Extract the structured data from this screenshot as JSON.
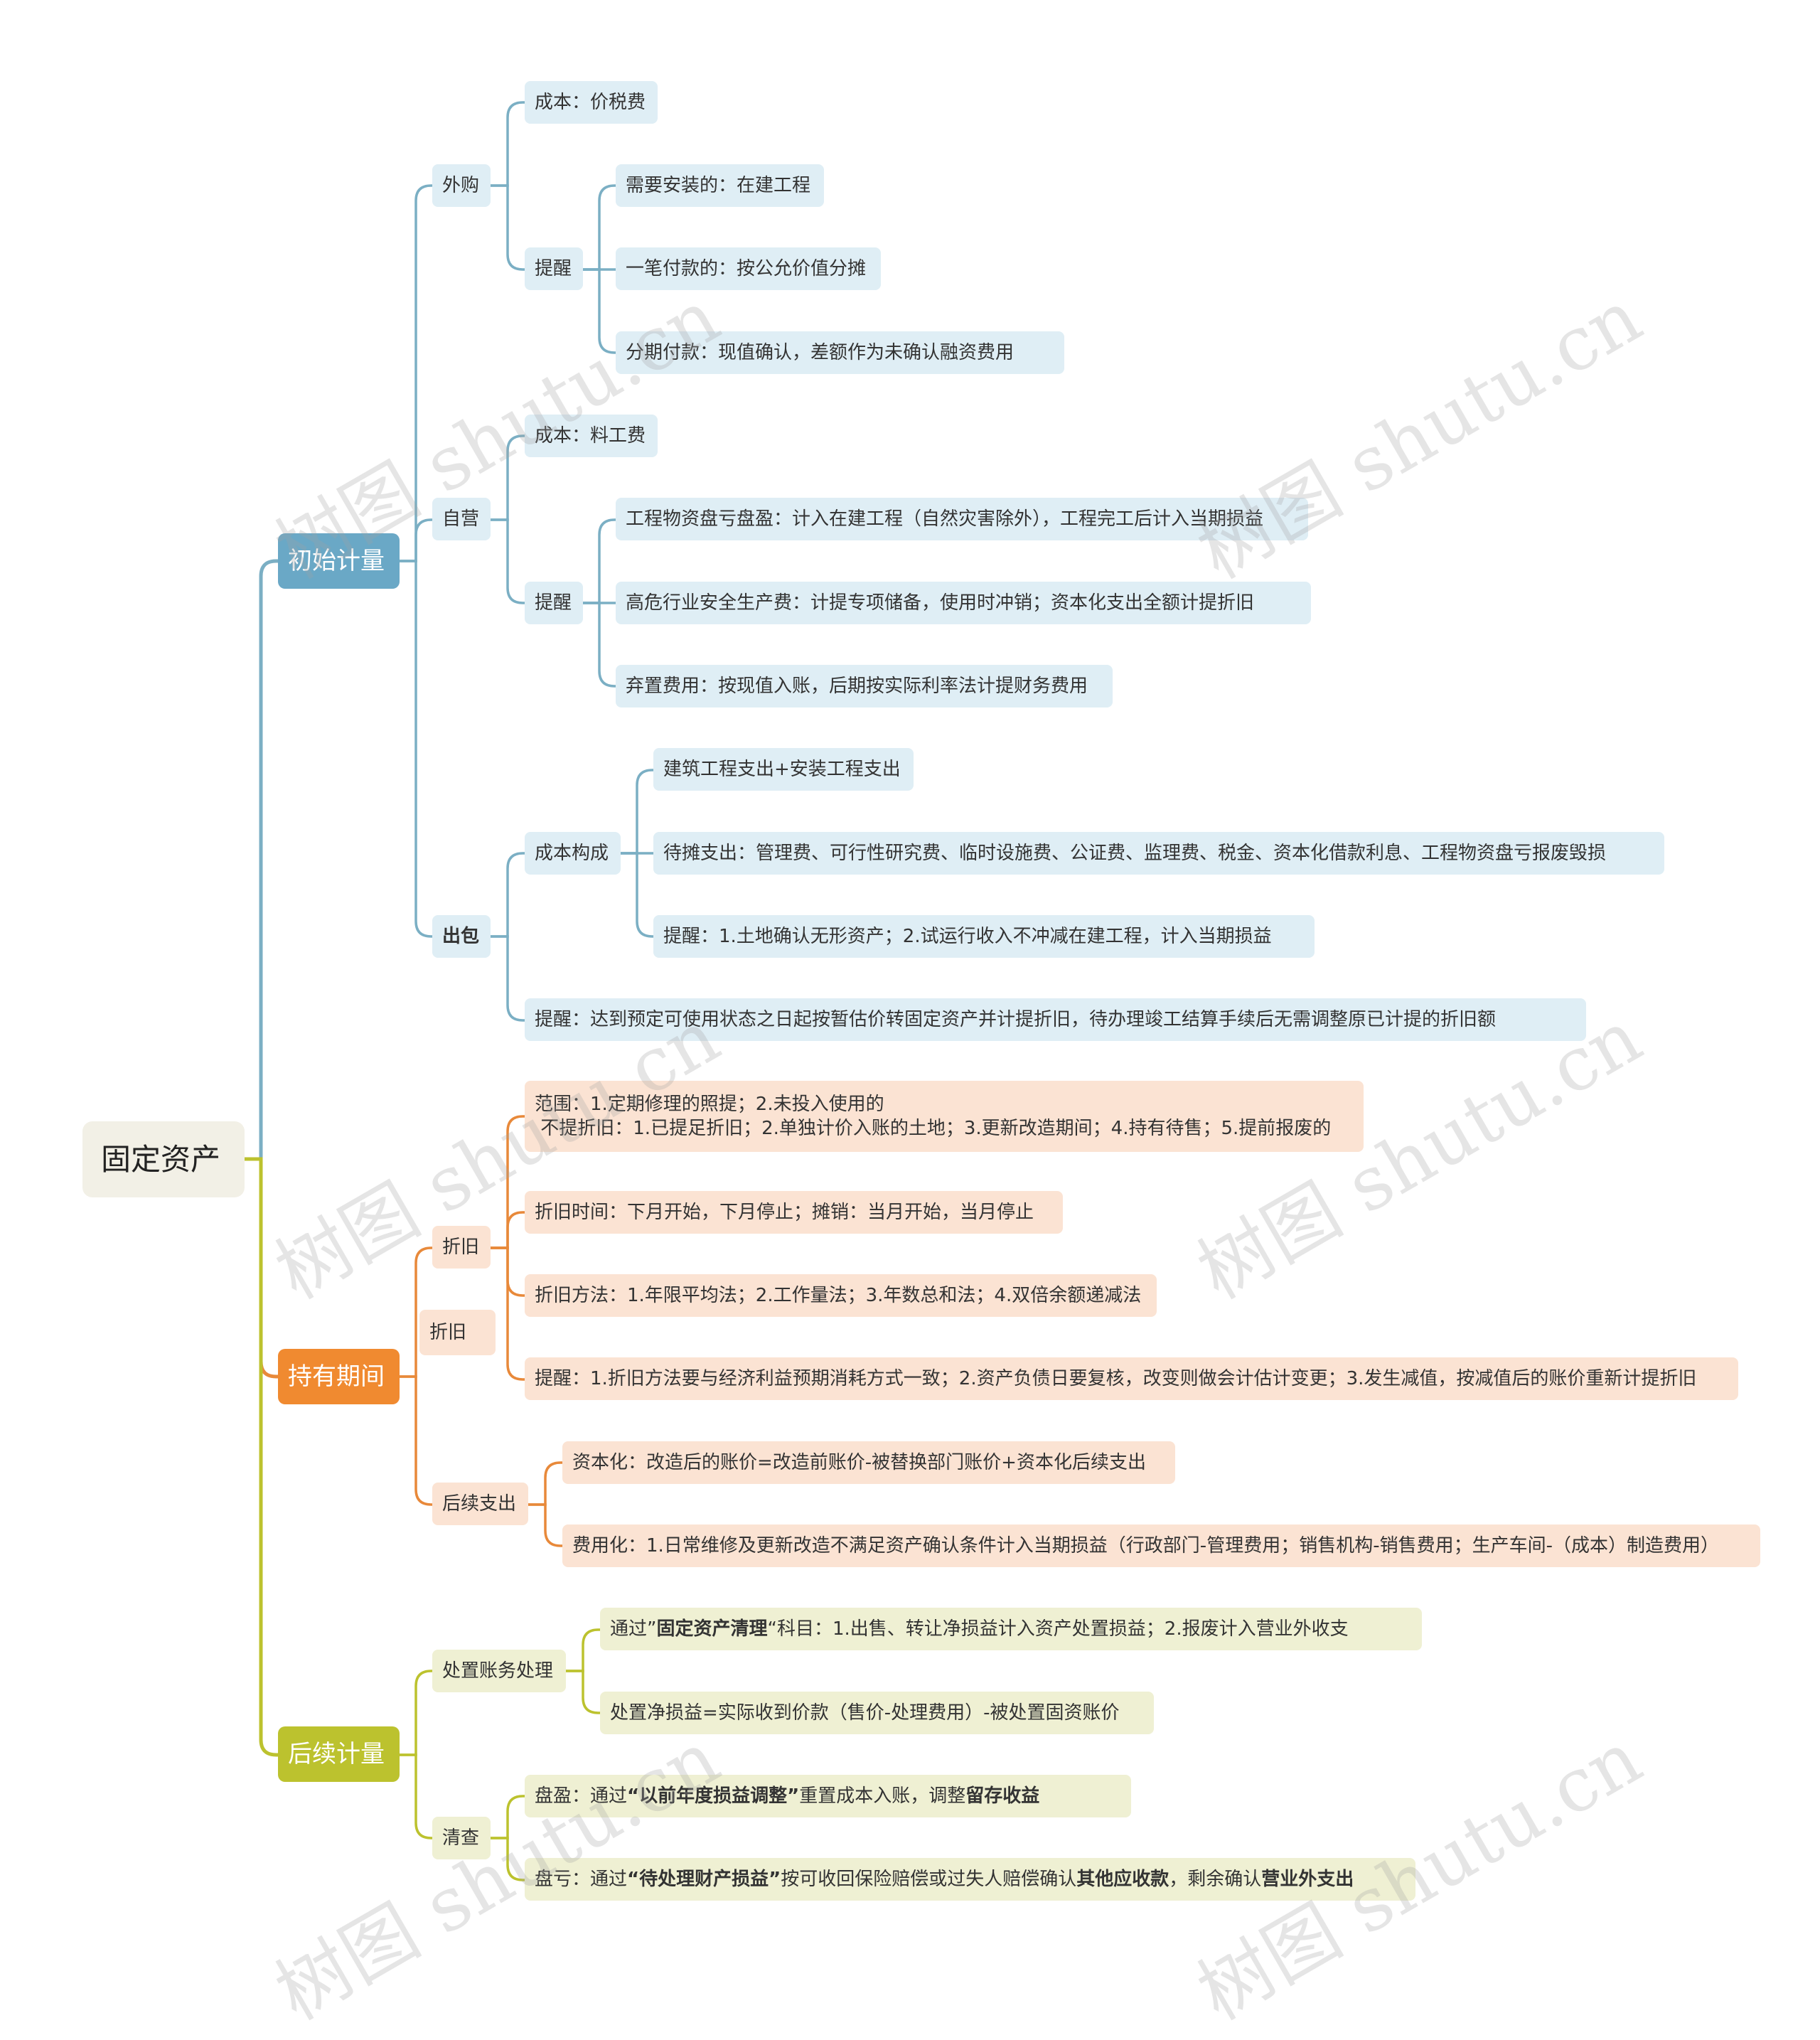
{
  "colors": {
    "blue": "#7bafc4",
    "orange": "#e8893a",
    "olive": "#bcc22e",
    "fill_blue": "#dfeef5",
    "fill_orange": "#fbe3d3",
    "fill_olive": "#eff0d3",
    "l1_blue": "#6aa8c6",
    "l1_orange": "#f08a30",
    "l1_olive": "#bcc22e"
  },
  "root": {
    "label": "固定资产"
  },
  "branches": [
    {
      "id": "initial",
      "label": "初始计量",
      "theme": "blue",
      "children": [
        {
          "id": "outsource",
          "label": "外购",
          "children": [
            {
              "id": "outsource-cost",
              "label": "成本：价税费"
            },
            {
              "id": "outsource-reminder",
              "label": "提醒",
              "children": [
                {
                  "id": "r1",
                  "label": "需要安装的：在建工程"
                },
                {
                  "id": "r2",
                  "label": "一笔付款的：按公允价值分摊"
                },
                {
                  "id": "r3",
                  "label": "分期付款：现值确认，差额作为未确认融资费用"
                }
              ]
            }
          ]
        },
        {
          "id": "self-build",
          "label": "自营",
          "children": [
            {
              "id": "self-cost",
              "label": "成本：料工费"
            },
            {
              "id": "self-reminder",
              "label": "提醒",
              "children": [
                {
                  "id": "s1",
                  "label": "工程物资盘亏盘盈：计入在建工程（自然灾害除外），工程完工后计入当期损益"
                },
                {
                  "id": "s2",
                  "label": "高危行业安全生产费：计提专项储备，使用时冲销；资本化支出全额计提折旧"
                },
                {
                  "id": "s3",
                  "label": "弃置费用：按现值入账，后期按实际利率法计提财务费用"
                }
              ]
            }
          ]
        },
        {
          "id": "contract",
          "label": "出包",
          "bold": true,
          "children": [
            {
              "id": "contract-cost",
              "label": "成本构成",
              "children": [
                {
                  "id": "c1",
                  "label": "建筑工程支出+安装工程支出"
                },
                {
                  "id": "c2",
                  "label": "待摊支出：管理费、可行性研究费、临时设施费、公证费、监理费、税金、资本化借款利息、工程物资盘亏报废毁损"
                },
                {
                  "id": "c3",
                  "label": "提醒：1.土地确认无形资产；2.试运行收入不冲减在建工程，计入当期损益"
                }
              ]
            },
            {
              "id": "contract-reminder",
              "label": "提醒：达到预定可使用状态之日起按暂估价转固定资产并计提折旧，待办理竣工结算手续后无需调整原已计提的折旧额"
            }
          ]
        }
      ]
    },
    {
      "id": "holding",
      "label": "持有期间",
      "theme": "orange",
      "children": [
        {
          "id": "depreciation",
          "label": "折旧",
          "children": [
            {
              "id": "d1",
              "label": "范围：1.定期修理的照提；2.未投入使用的\n 不提折旧：1.已提足折旧；2.单独计价入账的土地；3.更新改造期间；4.持有待售；5.提前报废的"
            },
            {
              "id": "d2",
              "label": "折旧时间：下月开始，下月停止；摊销：当月开始，当月停止"
            },
            {
              "id": "d3",
              "label": "折旧方法：1.年限平均法；2.工作量法；3.年数总和法；4.双倍余额递减法"
            },
            {
              "id": "d4",
              "label": "提醒：1.折旧方法要与经济利益预期消耗方式一致；2.资产负债日要复核，改变则做会计估计变更；3.发生减值，按减值后的账价重新计提折旧"
            }
          ]
        },
        {
          "id": "depreciation-float",
          "label": "折旧"
        },
        {
          "id": "subsequent",
          "label": "后续支出",
          "children": [
            {
              "id": "e1",
              "label": "资本化：改造后的账价=改造前账价-被替换部门账价+资本化后续支出"
            },
            {
              "id": "e2",
              "label": "费用化：1.日常维修及更新改造不满足资产确认条件计入当期损益（行政部门-管理费用；销售机构-销售费用；生产车间-（成本）制造费用）"
            }
          ]
        }
      ]
    },
    {
      "id": "later",
      "label": "后续计量",
      "theme": "olive",
      "children": [
        {
          "id": "disposal",
          "label": "处置账务处理",
          "children": [
            {
              "id": "p1",
              "parts": [
                {
                  "t": "通过”"
                },
                {
                  "t": "固定资产清理",
                  "b": true
                },
                {
                  "t": "“科目：1.出售、转让净损益计入资产处置损益；2.报废计入营业外收支"
                }
              ]
            },
            {
              "id": "p2",
              "label": "处置净损益=实际收到价款（售价-处理费用）-被处置固资账价"
            }
          ]
        },
        {
          "id": "inventory",
          "label": "清查",
          "children": [
            {
              "id": "q1",
              "parts": [
                {
                  "t": "盘盈：通过"
                },
                {
                  "t": "“以前年度损益调整”",
                  "b": true
                },
                {
                  "t": "重置成本入账，调整"
                },
                {
                  "t": "留存收益",
                  "b": true
                }
              ]
            },
            {
              "id": "q2",
              "parts": [
                {
                  "t": "盘亏：通过"
                },
                {
                  "t": "“待处理财产损益”",
                  "b": true
                },
                {
                  "t": "按可收回保险赔偿或过失人赔偿确认"
                },
                {
                  "t": "其他应收款",
                  "b": true
                },
                {
                  "t": "，剩余确认"
                },
                {
                  "t": "营业外支出",
                  "b": true
                }
              ]
            }
          ]
        }
      ]
    }
  ],
  "watermark": "树图 shutu.cn"
}
